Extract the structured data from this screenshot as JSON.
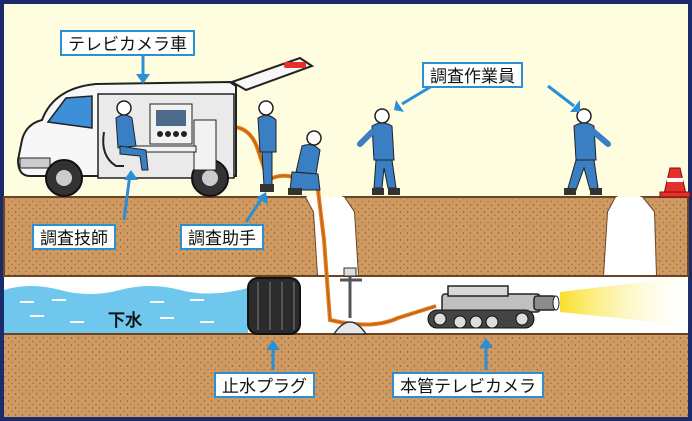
{
  "labels": {
    "tv_camera_vehicle": "テレビカメラ車",
    "survey_workers": "調査作業員",
    "survey_engineer": "調査技師",
    "survey_assistant": "調査助手",
    "sewage": "下水",
    "water_stop_plug": "止水プラグ",
    "main_pipe_tv_camera": "本管テレビカメラ"
  },
  "colors": {
    "frame_border": "#1b2a6b",
    "background": "#fffde0",
    "ground": "#cf9a62",
    "ground_dark": "#6b4222",
    "water": "#6fc7ee",
    "label_border": "#2a8fd4",
    "pointer": "#2a8fd4",
    "worker_uniform": "#3a7fc4",
    "vehicle_body": "#f7f7f7",
    "hose": "#e37a1c",
    "cone": "#e8302a",
    "camera_light": "#f8e02a"
  }
}
